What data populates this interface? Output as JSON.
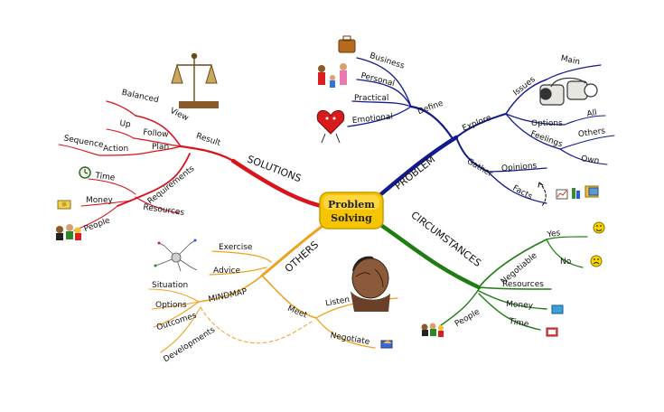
{
  "center": {
    "line1": "Problem",
    "line2": "Solving",
    "fill": "#f7c400"
  },
  "colors": {
    "solutions": "#d8141c",
    "problem": "#11198f",
    "circumstances": "#1e7d12",
    "others": "#f0a21e"
  },
  "branches": {
    "solutions": {
      "title": "SOLUTIONS",
      "result": "Result",
      "view": "View",
      "balanced": "Balanced",
      "follow": "Follow",
      "up": "Up",
      "plan": "Plan",
      "action": "Action",
      "sequence": "Sequence",
      "requirements": "Requirements",
      "time": "Time",
      "money": "Money",
      "people": "People",
      "resources": "Resources"
    },
    "problem": {
      "title": "PROBLEM",
      "define": "Define",
      "business": "Business",
      "personal": "Personal",
      "practical": "Practical",
      "emotional": "Emotional",
      "explore": "Explore",
      "issues": "Issues",
      "main": "Main",
      "options": "Options",
      "all": "All",
      "feelings": "Feelings",
      "others": "Others",
      "own": "Own",
      "gather": "Gather",
      "opinions": "Opinions",
      "facts": "Facts"
    },
    "circumstances": {
      "title": "CIRCUMSTANCES",
      "negotiable": "Negotiable",
      "yes": "Yes",
      "no": "No",
      "resources": "Resources",
      "money": "Money",
      "time": "Time",
      "people": "People"
    },
    "others": {
      "title": "OTHERS",
      "exercise": "Exercise",
      "advice": "Advice",
      "mindmap": "MINDMAP",
      "situation": "Situation",
      "options": "Options",
      "outcomes": "Outcomes",
      "developments": "Developments",
      "meet": "Meet",
      "listen": "Listen",
      "negotiate": "Negotiate"
    }
  },
  "icons": [
    "scales-icon",
    "briefcase-icon",
    "family-icon",
    "heart-icon",
    "binoculars-icon",
    "clock-icon",
    "money-icon",
    "people-icon",
    "charts-icon",
    "smiley-happy-icon",
    "smiley-sad-icon",
    "folder-icon",
    "book-icon",
    "stressed-person-icon",
    "handshake-icon",
    "mindmap-sketch-icon"
  ]
}
